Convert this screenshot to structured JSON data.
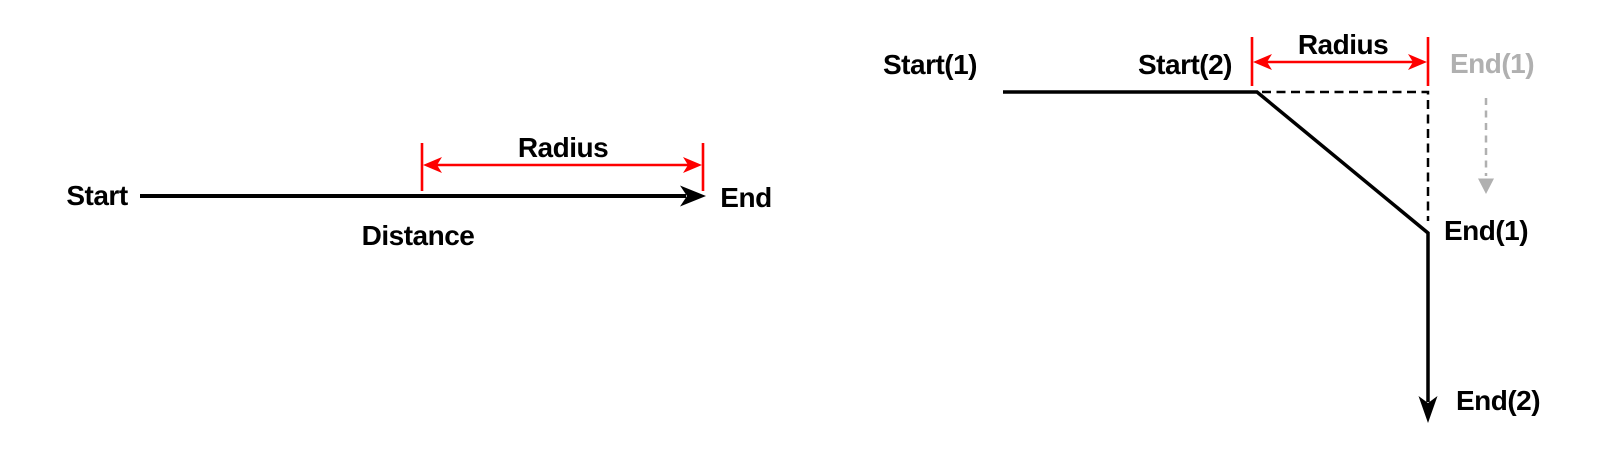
{
  "colors": {
    "ink": "#000000",
    "accent_red": "#fe0000",
    "ghost_gray": "#b0b0b0",
    "background": "#ffffff"
  },
  "left_diagram": {
    "start_label": "Start",
    "end_label": "End",
    "radius_label": "Radius",
    "distance_label": "Distance"
  },
  "right_diagram": {
    "start1_label": "Start(1)",
    "start2_label": "Start(2)",
    "radius_label": "Radius",
    "end1_ghost_label": "End(1)",
    "end1_label": "End(1)",
    "end2_label": "End(2)"
  }
}
